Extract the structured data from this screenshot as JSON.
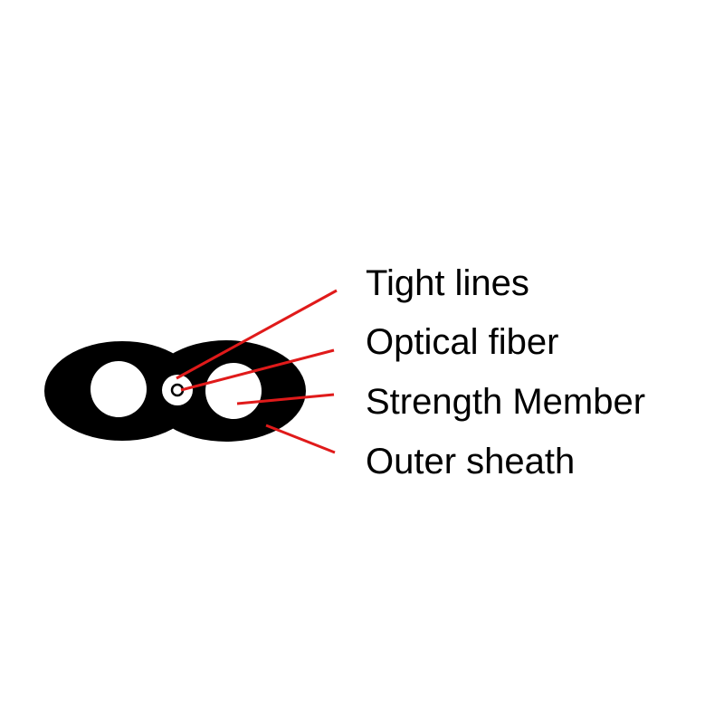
{
  "labels": {
    "tight_lines": "Tight lines",
    "optical_fiber": "Optical fiber",
    "strength_member": "Strength Member",
    "outer_sheath": "Outer sheath"
  },
  "colors": {
    "sheath": "#000000",
    "leader": "#e01a1a",
    "background": "#ffffff"
  }
}
